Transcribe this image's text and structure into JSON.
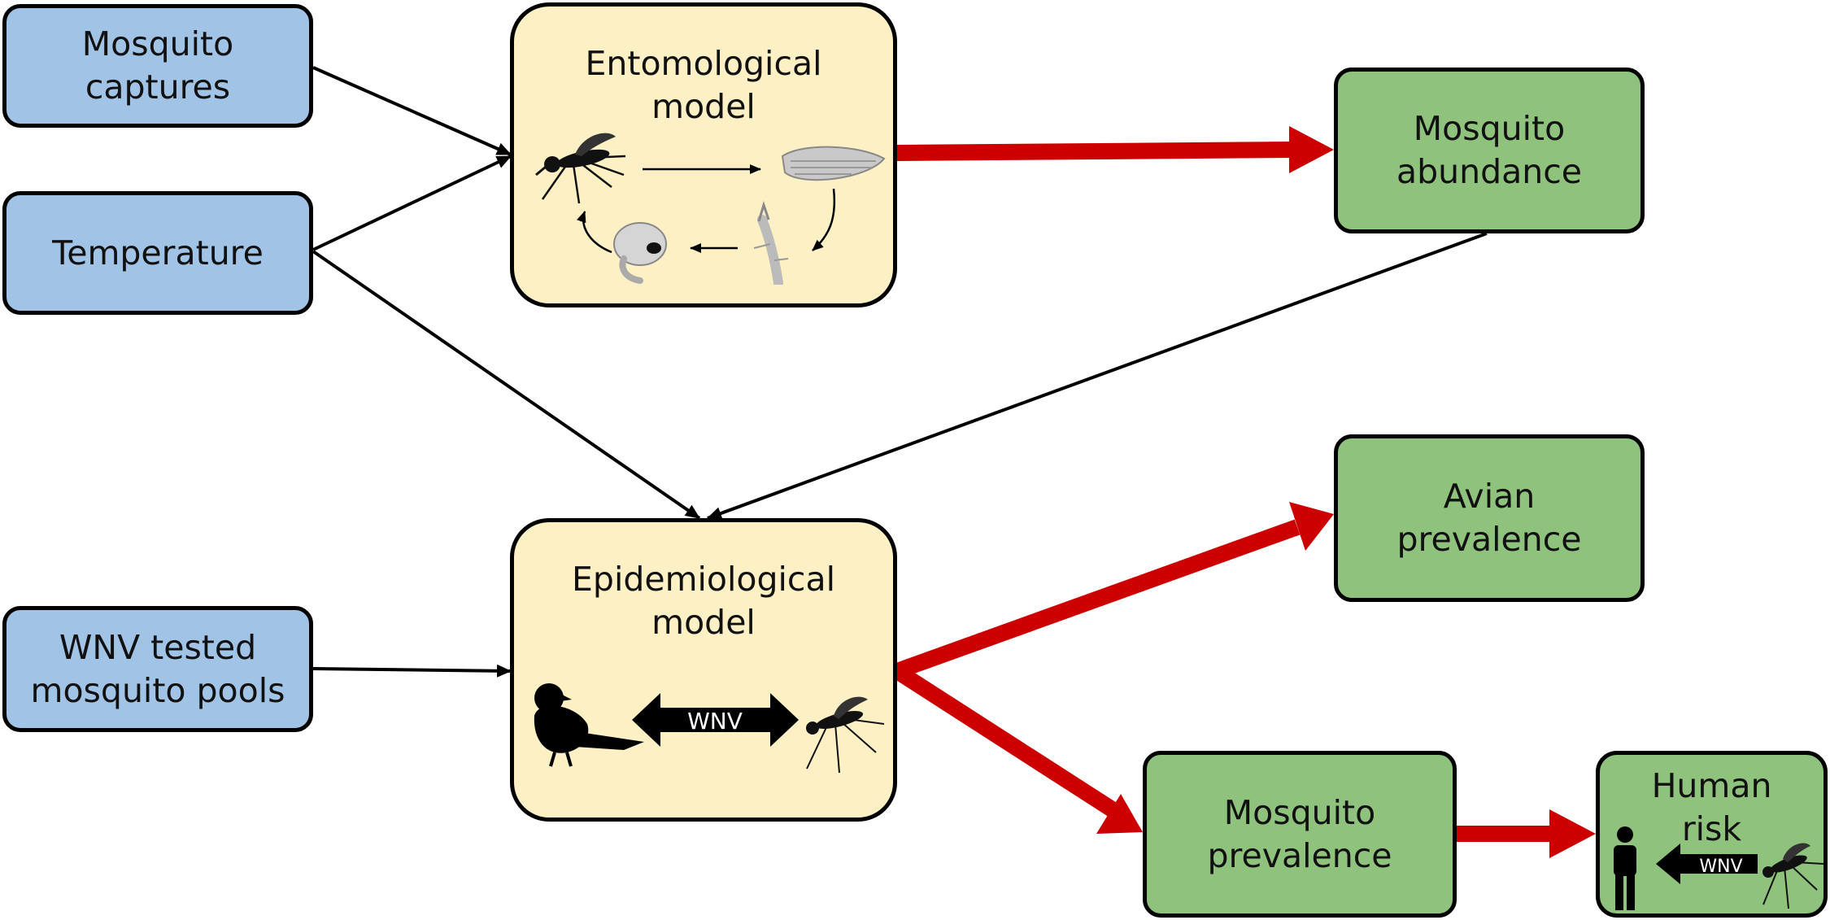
{
  "inputs": {
    "mosquito_captures": "Mosquito\ncaptures",
    "temperature": "Temperature",
    "wnv_pools": "WNV tested\nmosquito pools"
  },
  "models": {
    "entomological": "Entomological\nmodel",
    "epidemiological": "Epidemiological\nmodel"
  },
  "outputs": {
    "mosquito_abundance": "Mosquito\nabundance",
    "avian_prevalence": "Avian\nprevalence",
    "mosquito_prevalence": "Mosquito\nprevalence",
    "human_risk": "Human\nrisk"
  },
  "wnv_label": "WNV",
  "human_wnv_label": "WNV",
  "colors": {
    "input": "#a0c3e6",
    "model": "#fdf0c4",
    "output": "#8fc27c",
    "red_arrow": "#cc0000"
  },
  "icons": [
    "mosquito-icon",
    "egg-raft-icon",
    "larva-icon",
    "pupa-icon",
    "bird-icon",
    "human-icon"
  ]
}
